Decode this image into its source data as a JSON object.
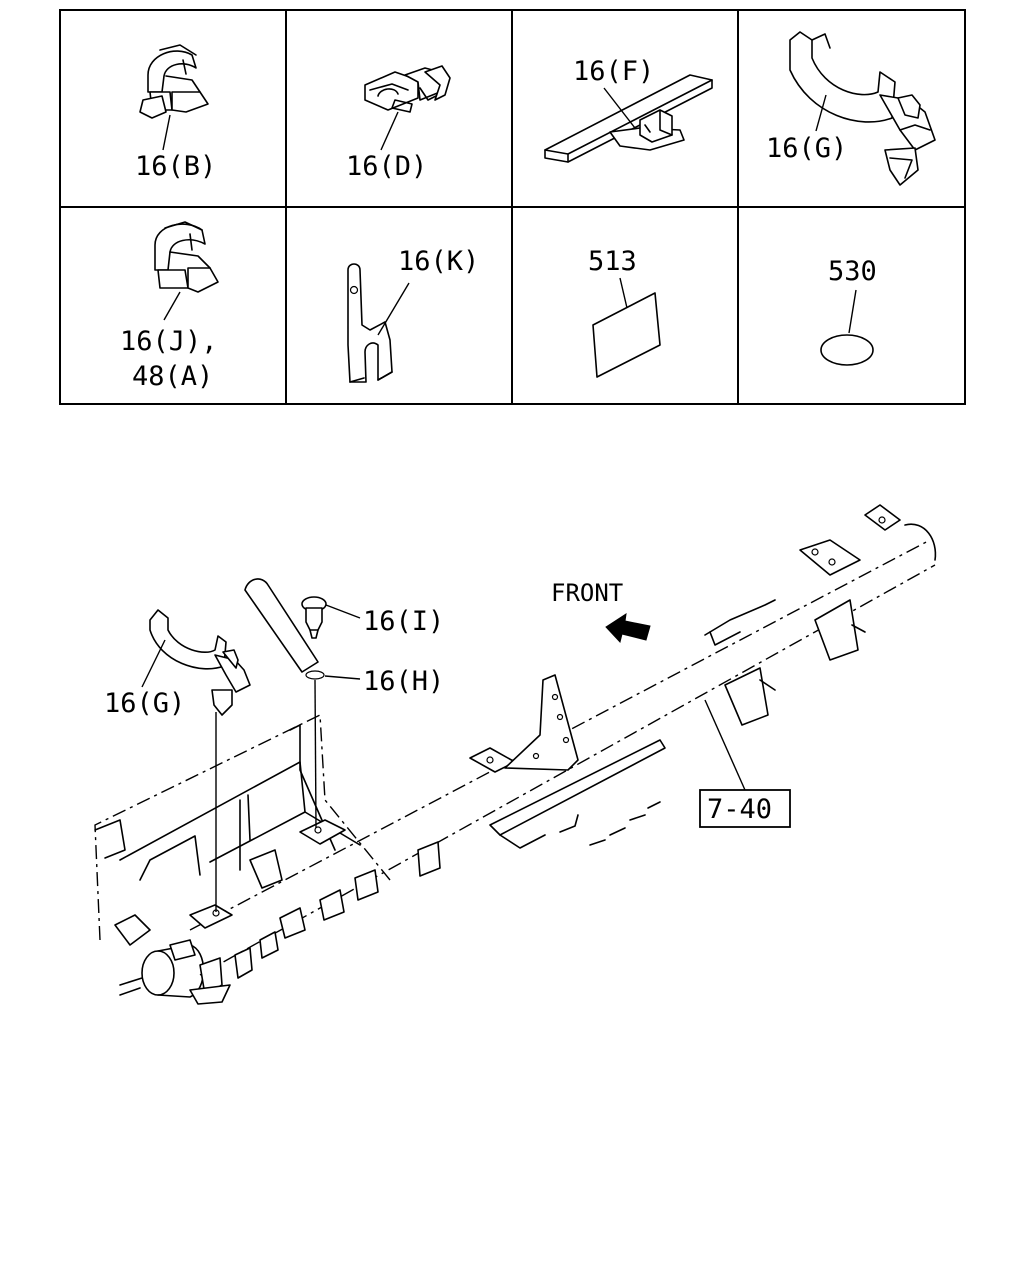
{
  "cells": [
    {
      "label": "16(B)"
    },
    {
      "label": "16(D)"
    },
    {
      "label": "16(F)"
    },
    {
      "label": "16(G)"
    },
    {
      "label_line1": "16(J),",
      "label_line2": "48(A)"
    },
    {
      "label": "16(K)"
    },
    {
      "label": "513"
    },
    {
      "label": "530"
    }
  ],
  "main": {
    "front_label": "FRONT",
    "callout_g": "16(G)",
    "callout_i": "16(I)",
    "callout_h": "16(H)",
    "reference": "7-40"
  }
}
